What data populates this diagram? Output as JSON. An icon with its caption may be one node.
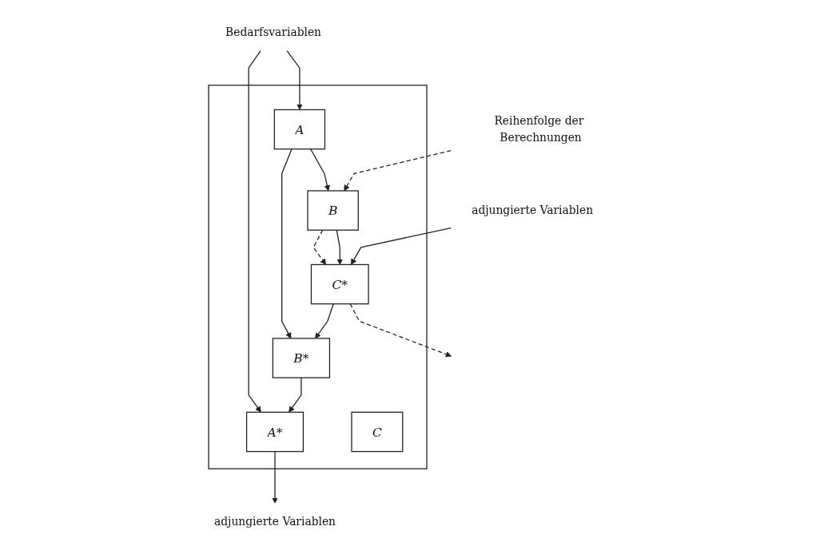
{
  "diagram": {
    "nodes": [
      {
        "text": [
          "Reihenfolge der Berechnungen"
        ]
      },
      {
        "text": [
          "Bedarfsvariablen"
        ]
      },
      {
        "text": [
          "adjungierte Variablen"
        ]
      },
      {
        "text": [],
        "shape": "box"
      },
      {
        "text": [
          "A"
        ],
        "in": 3
      },
      {
        "text": [
          "A*"
        ],
        "in": 3
      },
      {
        "text": [
          "B"
        ],
        "in": 3
      },
      {
        "text": [
          "B*"
        ],
        "in": 3
      },
      {
        "text": [
          "C"
        ],
        "in": 3
      },
      {
        "text": [
          "C*"
        ],
        "in": 3
      },
      {
        "text": [
          "adjungierte Variablen"
        ]
      }
    ],
    "edges": [
      {
        "from": 0,
        "to": 6,
        "arrow": "to",
        "style": "dashed"
      },
      {
        "from": 1,
        "to": 4,
        "arrow": "to"
      },
      {
        "from": 1,
        "to": 5,
        "arrow": "to"
      },
      {
        "from": 4,
        "to": 6,
        "arrow": "to"
      },
      {
        "from": 4,
        "to": 7,
        "arrow": "to"
      },
      {
        "from": 6,
        "to": 9,
        "arrow": "to"
      },
      {
        "from": 6,
        "to": 9,
        "arrow": "to",
        "style": "dashed"
      },
      {
        "from": 9,
        "to": null,
        "arrow": "to",
        "style": "dashed"
      },
      {
        "from": 9,
        "to": 7,
        "arrow": "to"
      },
      {
        "from": 7,
        "to": 5,
        "arrow": "to"
      },
      {
        "from": 5,
        "to": 2,
        "arrow": "to"
      },
      {
        "from": 10,
        "to": 9,
        "arrow": "to"
      }
    ]
  }
}
